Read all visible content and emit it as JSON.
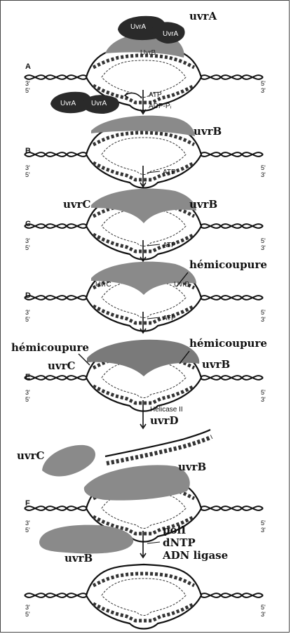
{
  "labels": {
    "uvrA": "uvrA",
    "uvrB": "uvrB",
    "uvrC": "uvrC",
    "uvrD": "uvrD",
    "hemicoupure": "hémicoupure",
    "polI": "polI",
    "dNTP": "dNTP",
    "ligase": "ADN ligase",
    "helicase": "Helicase II",
    "atp": "ATP",
    "adp": "ADP-Pᵢ",
    "prot_uvrA": "UvrA",
    "prot_uvrB": "UvrB",
    "prot_uvrC": "UvrC"
  },
  "steps": [
    "A",
    "B",
    "C",
    "D",
    "E",
    "F"
  ],
  "ends": {
    "three": "3'",
    "five": "5'"
  },
  "colors": {
    "dark": "#2a2a2a",
    "gray": "#8a8a8a",
    "light": "#bdbdbd"
  }
}
